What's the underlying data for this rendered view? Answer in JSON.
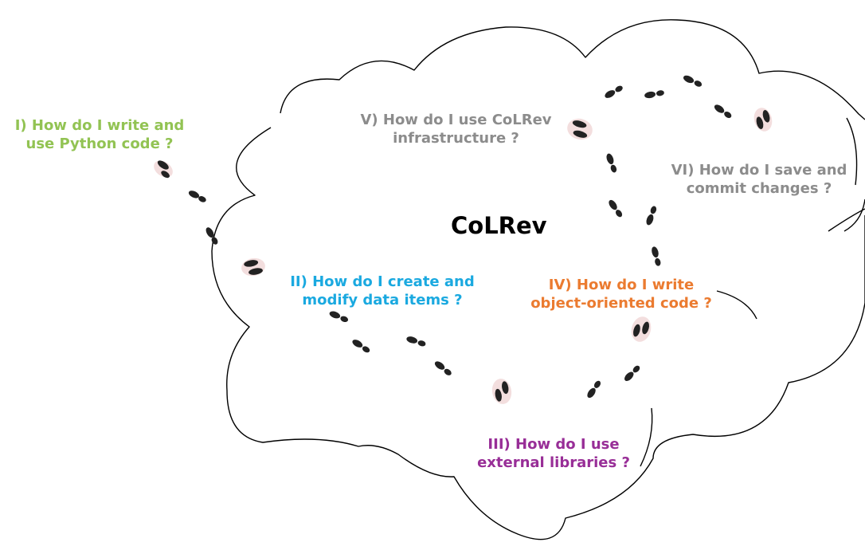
{
  "title": "CoLRev",
  "colors": {
    "outline": "#000000",
    "footprint": "#222222",
    "footprint_halo": "#f3dede"
  },
  "steps": [
    {
      "id": "I",
      "lines": [
        "I) How do I write and",
        "use Python code ?"
      ],
      "color": "#92c353"
    },
    {
      "id": "II",
      "lines": [
        "II) How do I create and",
        "modify data items ?"
      ],
      "color": "#1aa9e0"
    },
    {
      "id": "III",
      "lines": [
        "III) How do I use",
        "external libraries ?"
      ],
      "color": "#982e97"
    },
    {
      "id": "IV",
      "lines": [
        "IV) How do I write",
        "object-oriented code ?"
      ],
      "color": "#eb7b30"
    },
    {
      "id": "V",
      "lines": [
        "V) How do I use CoLRev",
        "infrastructure ?"
      ],
      "color": "#8c8c8c"
    },
    {
      "id": "VI",
      "lines": [
        "VI) How do I save and",
        "commit changes ?"
      ],
      "color": "#8c8c8c"
    }
  ]
}
